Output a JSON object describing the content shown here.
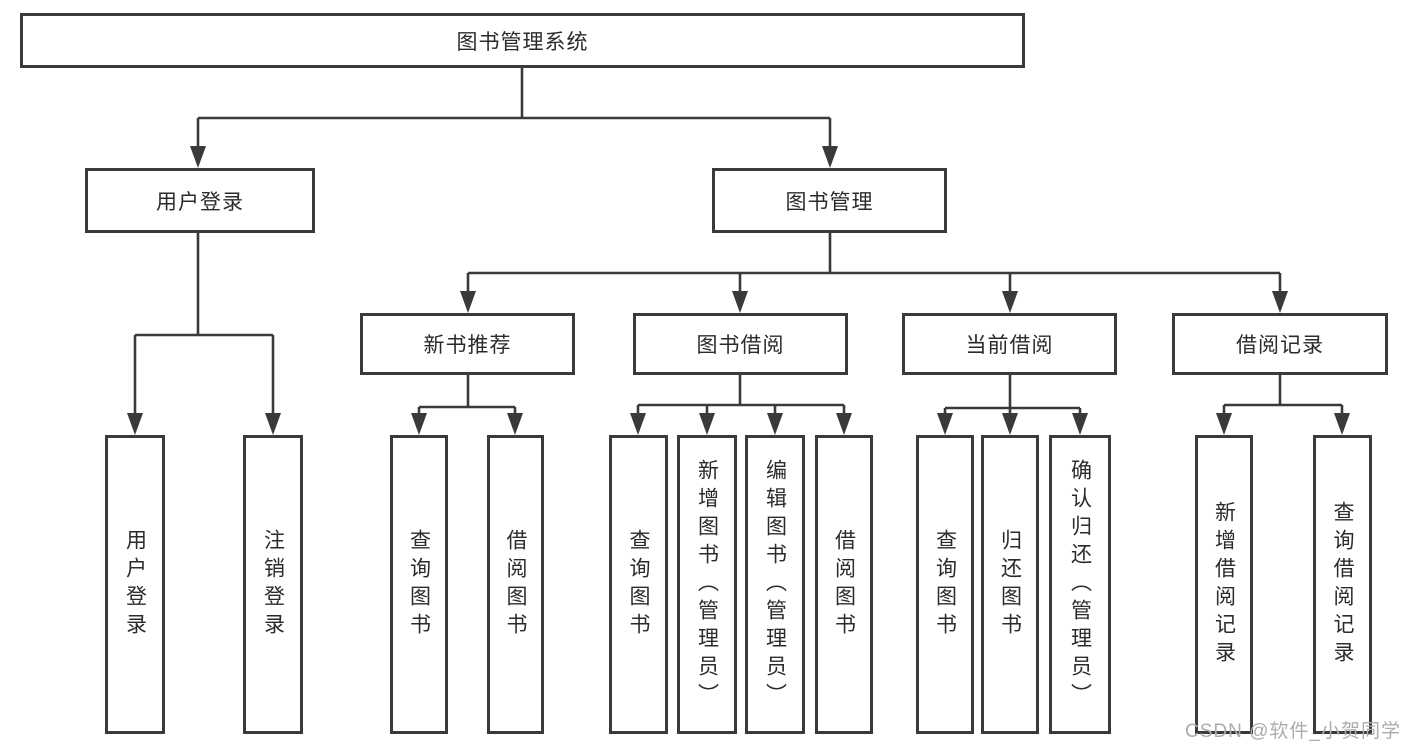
{
  "diagram_title": "图书管理系统",
  "tree": {
    "root": "图书管理系统",
    "branches": [
      {
        "label": "用户登录",
        "children": [
          "用户登录",
          "注销登录"
        ]
      },
      {
        "label": "图书管理",
        "groups": [
          {
            "label": "新书推荐",
            "children": [
              "查询图书",
              "借阅图书"
            ]
          },
          {
            "label": "图书借阅",
            "children": [
              "查询图书",
              "新增图书（管理员）",
              "编辑图书（管理员）",
              "借阅图书"
            ]
          },
          {
            "label": "当前借阅",
            "children": [
              "查询图书",
              "归还图书",
              "确认归还（管理员）"
            ]
          },
          {
            "label": "借阅记录",
            "children": [
              "新增借阅记录",
              "查询借阅记录"
            ]
          }
        ]
      }
    ]
  },
  "watermark": {
    "text": "CSDN @软件_小贺同学"
  },
  "colors": {
    "line": "#3a3a3a",
    "text": "#2b2b2b",
    "background": "#ffffff",
    "watermark": "#acacac"
  }
}
